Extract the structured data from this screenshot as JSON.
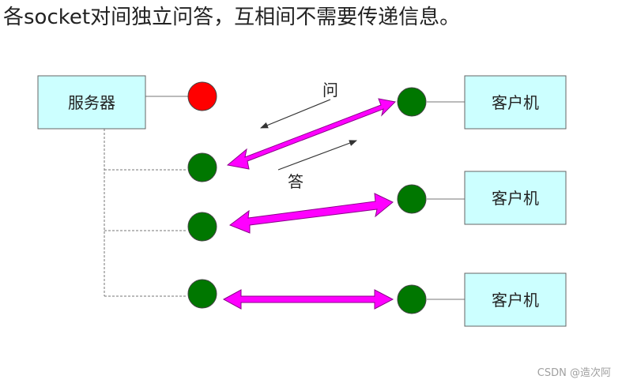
{
  "caption": "各socket对间独立问答，互相间不需要传递信息。",
  "diagram": {
    "server_label": "服务器",
    "client_labels": [
      "客户机",
      "客户机",
      "客户机"
    ],
    "ask_label": "问",
    "answer_label": "答",
    "colors": {
      "box_fill": "#ccffff",
      "box_stroke": "#666666",
      "listen_socket": "#ff0000",
      "conn_socket": "#007700",
      "arrow": "#ff00ff"
    }
  },
  "watermark": "CSDN @造次阿"
}
